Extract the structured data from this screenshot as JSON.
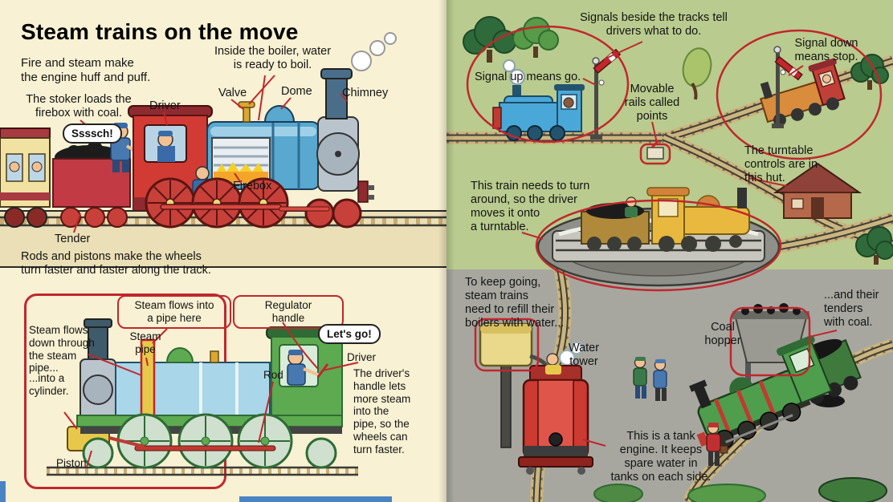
{
  "book": {
    "left": {
      "title": "Steam trains on the move",
      "intro": "Fire and steam make\nthe engine huff and puff.",
      "boiler_note": "Inside the boiler, water\nis ready to boil.",
      "stoker_note": "The stoker loads the\nfirebox with coal.",
      "label_driver": "Driver",
      "label_valve": "Valve",
      "label_dome": "Dome",
      "label_chimney": "Chimney",
      "bubble_ssssch": "Ssssch!",
      "label_firebox": "Firebox",
      "label_tender": "Tender",
      "rods_note": "Rods and pistons make the wheels\nturn faster and faster along the track.",
      "diagram": {
        "steam_into_pipe": "Steam flows into\na pipe here",
        "regulator_handle": "Regulator\nhandle",
        "steam_down": "Steam flows\ndown through\nthe steam\npipe...",
        "steam_pipe": "Steam\npipe",
        "bubble_lets_go": "Let's go!",
        "label_driver": "Driver",
        "cylinder": "...into a\ncylinder.",
        "label_rod": "Rod",
        "handle_note": "The driver's\nhandle lets\nmore steam\ninto the\npipe, so the\nwheels can\nturn faster.",
        "label_piston": "Piston"
      }
    },
    "right": {
      "signals_note": "Signals beside the tracks tell\ndrivers what to do.",
      "signal_up": "Signal up means go.",
      "signal_down": "Signal down\nmeans stop.",
      "points": "Movable\nrails called\npoints",
      "hut_note": "The turntable\ncontrols are in\nthis hut.",
      "turntable_note": "This train needs to turn\naround, so the driver\nmoves it onto\na turntable.",
      "water_note": "To keep going,\nsteam trains\nneed to refill their\nboilers with water...",
      "coal_note": "...and their\ntenders\nwith coal.",
      "label_water_tower": "Water\ntower",
      "label_coal_hopper": "Coal\nhopper",
      "tank_engine_note": "This is a tank\nengine. It keeps\nspare water in\ntanks on each side."
    }
  },
  "colors": {
    "accent_red": "#c1272d",
    "page_cream": "#f8f1d3",
    "page_green": "#b9cb8e",
    "page_gray": "#a7a7a0"
  }
}
